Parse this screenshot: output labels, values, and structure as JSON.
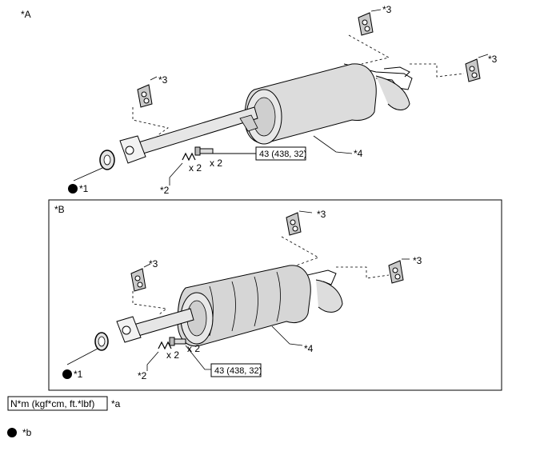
{
  "view_a": {
    "label": "*A",
    "callouts": {
      "gasket": "*1",
      "spring": "*2",
      "hanger_left": "*3",
      "hanger_top": "*3",
      "hanger_right": "*3",
      "muffler": "*4"
    },
    "spring_qty": "x 2",
    "bolt_qty": "x 2",
    "torque": "43 (438, 32)"
  },
  "view_b": {
    "label": "*B",
    "callouts": {
      "gasket": "*1",
      "spring": "*2",
      "hanger_left": "*3",
      "hanger_top": "*3",
      "hanger_right": "*3",
      "muffler": "*4"
    },
    "spring_qty": "x 2",
    "bolt_qty": "x 2",
    "torque": "43 (438, 32)"
  },
  "legend": {
    "torque_unit": "N*m (kgf*cm, ft.*lbf)",
    "torque_note": "*a",
    "dot_note": "*b"
  }
}
